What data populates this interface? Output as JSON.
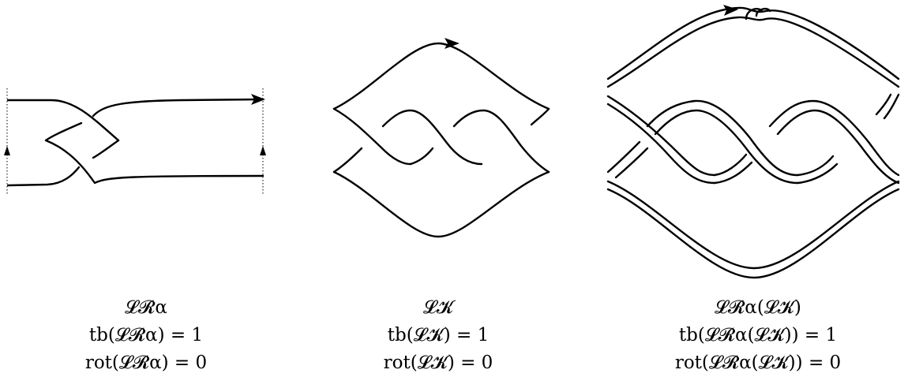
{
  "diagrams": [
    {
      "name": "LR_alpha",
      "label": "𝓛𝓡α",
      "tb": "tb(𝓛𝓡α) = 1",
      "rot": "rot(𝓛𝓡α) = 0"
    },
    {
      "name": "LK",
      "label": "𝓛𝓚",
      "tb": "tb(𝓛𝓚) = 1",
      "rot": "rot(𝓛𝓚) = 0"
    },
    {
      "name": "LR_alpha_of_LK",
      "label": "𝓛𝓡α(𝓛𝓚)",
      "tb": "tb(𝓛𝓡α(𝓛𝓚)) = 1",
      "rot": "rot(𝓛𝓡α(𝓛𝓚)) = 0"
    }
  ],
  "colors": {
    "stroke": "#000000",
    "background": "#ffffff"
  }
}
